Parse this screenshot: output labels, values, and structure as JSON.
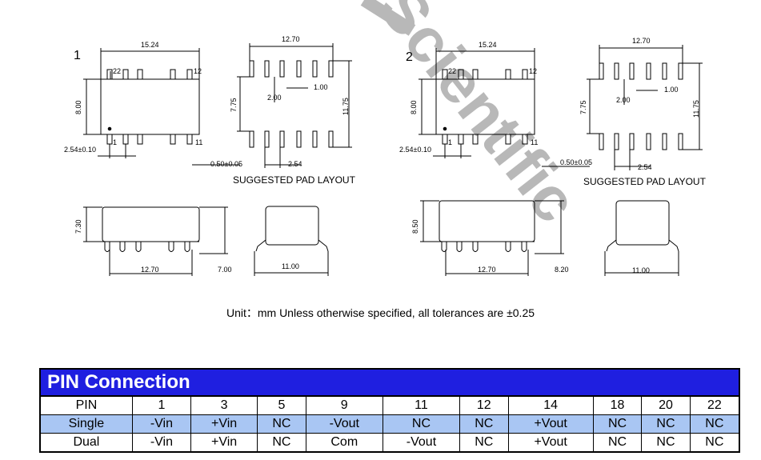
{
  "watermark": "Scientific",
  "drawing1": {
    "number": "1",
    "width": "15.24",
    "pin_left": "22",
    "pin_right": "12",
    "height": "8.00",
    "pitch": "2.54±0.10",
    "pin_bottom_left": "1",
    "pin_bottom_right": "11",
    "side_height": "7.30",
    "side_length": "12.70",
    "side_length2": "7.00",
    "end_width": "11.00"
  },
  "drawing2": {
    "number": "2",
    "width": "15.24",
    "pin_left": "22",
    "pin_right": "12",
    "height": "8.00",
    "pitch": "2.54±0.10",
    "pin_bottom_left": "1",
    "pin_bottom_right": "11",
    "side_height": "8.50",
    "side_length": "12.70",
    "side_length2": "8.20",
    "end_width": "11.00"
  },
  "pad1": {
    "width": "12.70",
    "h_inner": "7.75",
    "h_outer": "11.75",
    "pad_gap": "2.00",
    "pad_width": "1.00",
    "pad_offset": "0.50±0.05",
    "pitch": "2.54",
    "caption": "SUGGESTED PAD LAYOUT"
  },
  "pad2": {
    "width": "12.70",
    "h_inner": "7.75",
    "h_outer": "11.75",
    "pad_gap": "2.00",
    "pad_width": "1.00",
    "pad_offset": "0.50±0.05",
    "pitch": "2.54",
    "caption": "SUGGESTED PAD LAYOUT"
  },
  "unit_note": "Unit：mm Unless otherwise specified, all tolerances are ±0.25",
  "pin_table": {
    "title": "PIN Connection",
    "pin_row": [
      "PIN",
      "1",
      "3",
      "5",
      "9",
      "11",
      "12",
      "14",
      "18",
      "20",
      "22"
    ],
    "single_row": [
      "Single",
      "-Vin",
      "+Vin",
      "NC",
      "-Vout",
      "NC",
      "NC",
      "+Vout",
      "NC",
      "NC",
      "NC"
    ],
    "dual_row": [
      "Dual",
      "-Vin",
      "+Vin",
      "NC",
      "Com",
      "-Vout",
      "NC",
      "+Vout",
      "NC",
      "NC",
      "NC"
    ]
  }
}
